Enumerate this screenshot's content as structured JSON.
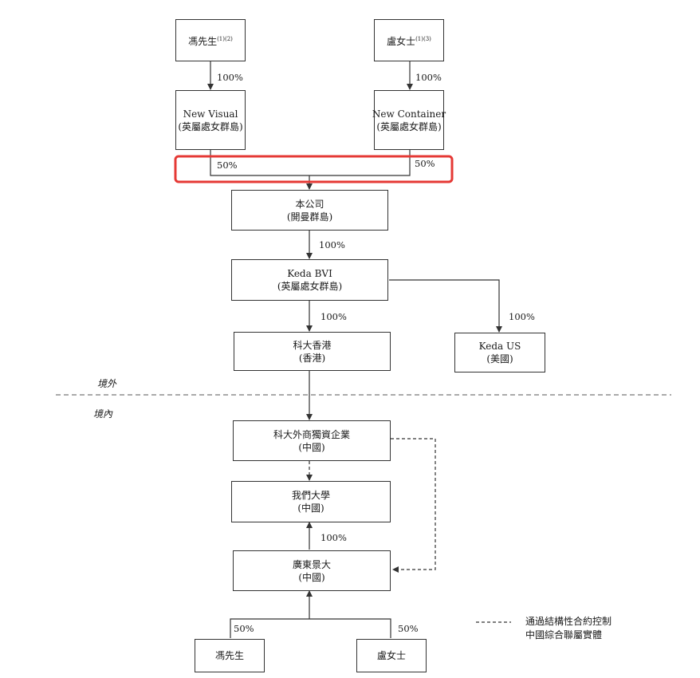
{
  "boxes": {
    "feng_top": {
      "name": "馮先生",
      "note": "(1)(2)"
    },
    "lu_top": {
      "name": "盧女士",
      "note": "(1)(3)"
    },
    "new_visual": {
      "name": "New Visual",
      "place": "(英屬處女群島)"
    },
    "new_container": {
      "name": "New Container",
      "place": "(英屬處女群島)"
    },
    "company": {
      "name": "本公司",
      "place": "(開曼群島)"
    },
    "keda_bvi": {
      "name": "Keda BVI",
      "place": "(英屬處女群島)"
    },
    "keda_hk": {
      "name": "科大香港",
      "place": "(香港)"
    },
    "keda_us": {
      "name": "Keda US",
      "place": "(美國)"
    },
    "wfoe": {
      "name": "科大外商獨資企業",
      "place": "(中國)"
    },
    "our_university": {
      "name": "我們大學",
      "place": "(中國)"
    },
    "guangdong": {
      "name": "廣東景大",
      "place": "(中國)"
    },
    "feng_bottom": {
      "name": "馮先生"
    },
    "lu_bottom": {
      "name": "盧女士"
    }
  },
  "percentages": {
    "feng_to_nv": "100%",
    "lu_to_nc": "100%",
    "nv_to_company": "50%",
    "nc_to_company": "50%",
    "company_to_bvi": "100%",
    "bvi_to_hk": "100%",
    "bvi_to_us": "100%",
    "gd_to_univ": "100%",
    "feng_to_gd": "50%",
    "lu_to_gd": "50%"
  },
  "regions": {
    "offshore": "境外",
    "onshore": "境內"
  },
  "legend": {
    "line1": "通過結構性合約控制",
    "line2": "中國綜合聯屬實體"
  },
  "colors": {
    "highlight": "#e53935",
    "line": "#333333"
  }
}
